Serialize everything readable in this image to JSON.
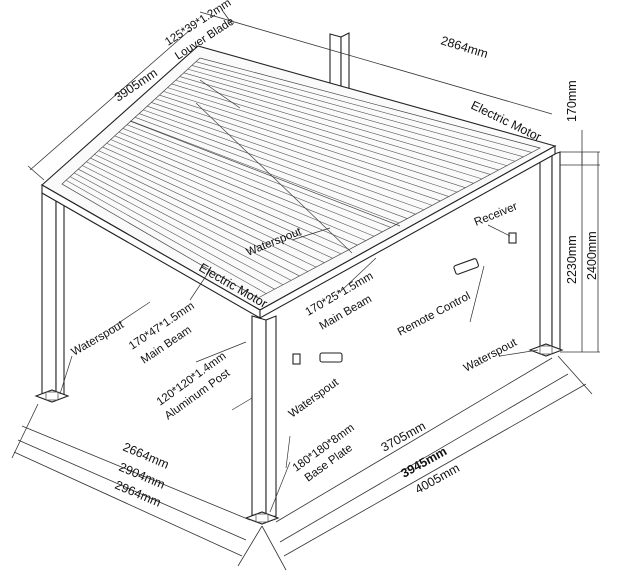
{
  "labels": {
    "louver_blade": {
      "size": "125*39*1.2mm",
      "name": "Louver Blade"
    },
    "top_length": "3905mm",
    "top_width": "2864mm",
    "electric_motor_right": "Electric Motor",
    "electric_motor_front": "Electric Motor",
    "dim_170": "170mm",
    "dim_2230": "2230mm",
    "dim_2400": "2400mm",
    "waterspout_center": "Waterspout",
    "waterspout_left": "Waterspout",
    "waterspout_right": "Waterspout",
    "waterspout_front": "Waterspout",
    "receiver": "Receiver",
    "remote_control": "Remote Control",
    "main_beam_front": {
      "size": "170*25*1.5mm",
      "name": "Main Beam"
    },
    "main_beam_side": {
      "size": "170*47*1.5mm",
      "name": "Main Beam"
    },
    "aluminum_post": {
      "size": "120*120*1.4mm",
      "name": "Aluminum Post"
    },
    "base_plate": {
      "size": "180*180*8mm",
      "name": "Base Plate"
    },
    "dim_2664": "2664mm",
    "dim_2904": "2904mm",
    "dim_2964": "2964mm",
    "dim_3705": "3705mm",
    "dim_3945": "3945mm",
    "dim_4005": "4005mm"
  }
}
